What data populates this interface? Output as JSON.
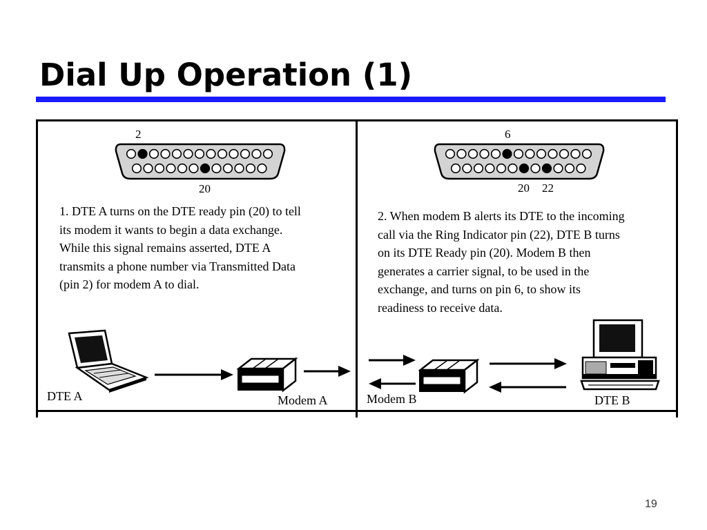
{
  "title": "Dial Up Operation (1)",
  "colors": {
    "title_rule": "#1a1aff",
    "connector_fill": "#d3d3d3"
  },
  "panels": [
    {
      "pins_top": "2",
      "pins_bottom": "20",
      "text": "1. DTE A turns on the DTE ready pin (20) to tell\nits modem it wants to begin a data exchange.\nWhile this signal remains asserted, DTE A\ntransmits a phone number via Transmitted Data\n(pin 2) for modem A to dial.",
      "active_pins": {
        "top_row": [
          2
        ],
        "bottom_row": [
          20
        ]
      },
      "device_labels": {
        "terminal": "DTE A",
        "modem": "Modem A"
      }
    },
    {
      "pins_top": "6",
      "pins_bottom_left": "20",
      "pins_bottom_right": "22",
      "text": "2. When modem B alerts its DTE to the incoming\ncall via the Ring Indicator pin (22), DTE B turns\non its DTE Ready pin (20). Modem B then\ngenerates a carrier signal, to be used in the\nexchange, and turns on pin 6, to show its\nreadiness to receive data.",
      "active_pins": {
        "top_row": [
          6
        ],
        "bottom_row": [
          20,
          22
        ]
      },
      "device_labels": {
        "modem": "Modem B",
        "terminal": "DTE B"
      }
    }
  ],
  "icons": [
    "laptop-icon",
    "modem-icon",
    "desktop-computer-icon",
    "db25-connector-icon"
  ],
  "page_number": "19"
}
